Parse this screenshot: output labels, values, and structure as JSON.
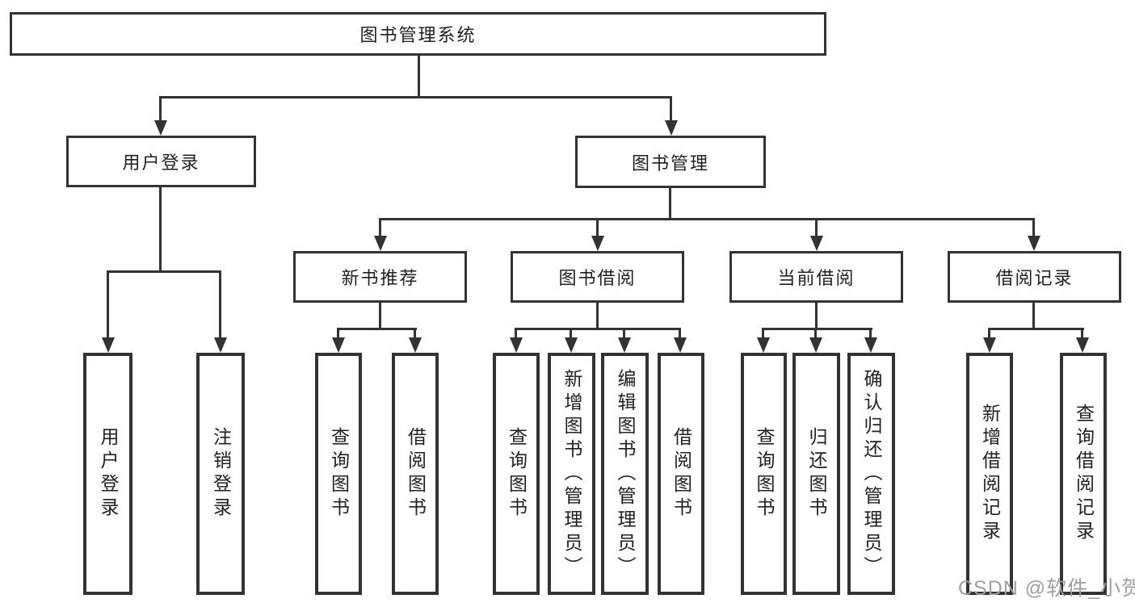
{
  "tree": {
    "root": {
      "label": "图书管理系统",
      "children": [
        {
          "label": "用户登录",
          "children": [
            {
              "label": "用户登录"
            },
            {
              "label": "注销登录"
            }
          ]
        },
        {
          "label": "图书管理",
          "children": [
            {
              "label": "新书推荐",
              "children": [
                {
                  "label": "查询图书"
                },
                {
                  "label": "借阅图书"
                }
              ]
            },
            {
              "label": "图书借阅",
              "children": [
                {
                  "label": "查询图书"
                },
                {
                  "label": "新增图书（管理员）"
                },
                {
                  "label": "编辑图书（管理员）"
                },
                {
                  "label": "借阅图书"
                }
              ]
            },
            {
              "label": "当前借阅",
              "children": [
                {
                  "label": "查询图书"
                },
                {
                  "label": "归还图书"
                },
                {
                  "label": "确认归还（管理员）"
                }
              ]
            },
            {
              "label": "借阅记录",
              "children": [
                {
                  "label": "新增借阅记录"
                },
                {
                  "label": "查询借阅记录"
                }
              ]
            }
          ]
        }
      ]
    }
  },
  "watermark": {
    "text": "CSDN @软件_小贺同学"
  },
  "colors": {
    "line": "#333333",
    "text": "#212121",
    "watermark": "#a0a0a0",
    "bg": "#ffffff"
  }
}
